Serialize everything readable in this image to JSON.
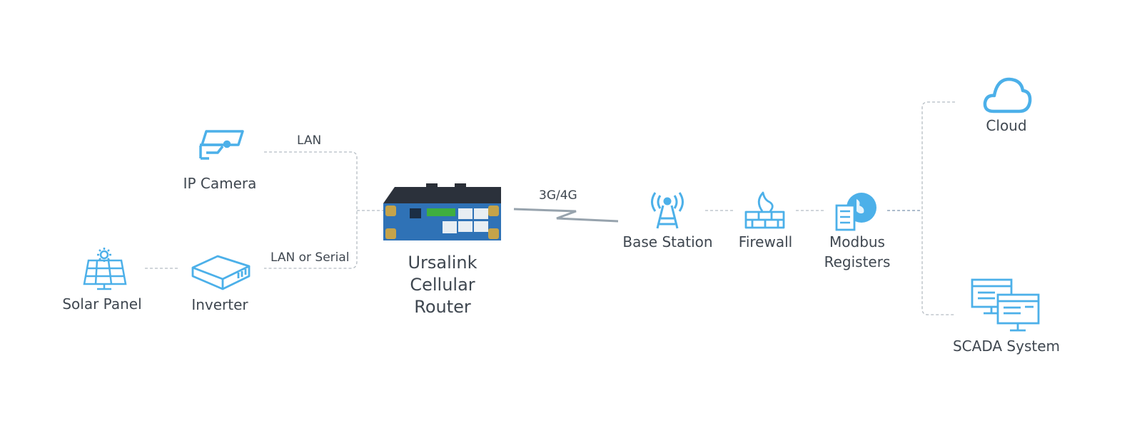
{
  "nodes": {
    "ip_camera": {
      "label": "IP Camera",
      "icon": "security-camera-icon"
    },
    "solar_panel": {
      "label": "Solar Panel",
      "icon": "solar-panel-icon"
    },
    "inverter": {
      "label": "Inverter",
      "icon": "inverter-icon"
    },
    "router": {
      "label_lines": [
        "Ursalink",
        "Cellular",
        "Router"
      ],
      "icon": "cellular-router-image"
    },
    "base_station": {
      "label": "Base Station",
      "icon": "cell-tower-icon"
    },
    "firewall": {
      "label": "Firewall",
      "icon": "firewall-icon"
    },
    "modbus": {
      "label_lines": [
        "Modbus",
        "Registers"
      ],
      "icon": "modbus-server-globe-icon"
    },
    "cloud": {
      "label": "Cloud",
      "icon": "cloud-icon"
    },
    "scada": {
      "label": "SCADA System",
      "icon": "scada-monitors-icon"
    }
  },
  "links": {
    "camera_router": "LAN",
    "inverter_router": "LAN or Serial",
    "router_base": "3G/4G"
  },
  "colors": {
    "icon": "#4cb0e9",
    "text": "#3f4750",
    "dashed_line": "#b5bcc3",
    "router_body": "#262d38",
    "router_face": "#2f72b6",
    "lightning": "#97a3ad"
  }
}
